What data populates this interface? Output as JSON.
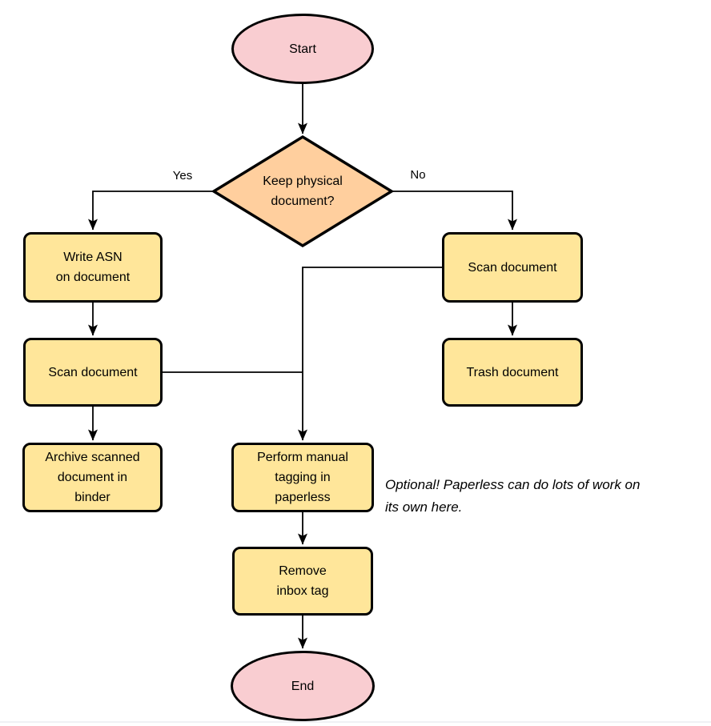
{
  "colors": {
    "terminator_fill": "#f9cdd1",
    "decision_fill": "#ffcf9e",
    "process_fill": "#ffe69a",
    "stroke": "#000000",
    "background": "#ffffff"
  },
  "nodes": {
    "start": {
      "label": "Start",
      "type": "terminator"
    },
    "decision": {
      "label": [
        "Keep physical",
        "document?"
      ],
      "type": "decision"
    },
    "write_asn": {
      "label": [
        "Write ASN",
        "on document"
      ],
      "type": "process"
    },
    "scan_left": {
      "label": "Scan document",
      "type": "process"
    },
    "archive": {
      "label": [
        "Archive scanned",
        "document in",
        "binder"
      ],
      "type": "process"
    },
    "scan_right": {
      "label": "Scan document",
      "type": "process"
    },
    "trash": {
      "label": "Trash document",
      "type": "process"
    },
    "tagging": {
      "label": [
        "Perform manual",
        "tagging in",
        "paperless"
      ],
      "type": "process"
    },
    "remove_inbox": {
      "label": [
        "Remove",
        "inbox tag"
      ],
      "type": "process"
    },
    "end": {
      "label": "End",
      "type": "terminator"
    }
  },
  "edge_labels": {
    "yes": "Yes",
    "no": "No"
  },
  "annotation": [
    "Optional! Paperless can do lots of work on",
    "its own here."
  ]
}
